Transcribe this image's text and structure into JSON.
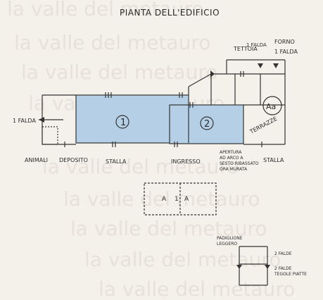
{
  "watermark": "la valle del metauro",
  "title": "PIANTA DELL'EDIFICIO",
  "labels": {
    "falda_left": "1 FALDA",
    "tettoia": "TETTOIA",
    "falda_tettoia": "1 FALDA",
    "forno": "FORNO",
    "falda_forno": "1 FALDA",
    "room1": "1",
    "room2": "2",
    "room_a": "Aa",
    "terrazze": "TERRAZZE",
    "animali": "ANIMALI",
    "deposito": "DEPOSITO",
    "stalla1": "STALLA",
    "ingresso": "INGRESSO",
    "stalla2": "STALLA",
    "apertura_1": "APERTURA",
    "apertura_2": "AD ARCO A",
    "apertura_3": "SESTO RIBASSATO",
    "apertura_4": "ORA MURATA",
    "block_a": "A",
    "block_1a": "1",
    "block_a2": "A",
    "legend_1": "PADIGLIONE",
    "legend_2": "LEGGERO",
    "legend_3": "2 FALDE",
    "legend_4": "2 FALDE",
    "legend_5": "TEGOLE PIATTE"
  },
  "colors": {
    "room_fill": "#b5d0e6",
    "ink": "#2a2a2a",
    "paper": "#f4f1ea",
    "watermark": "#e6e2da"
  }
}
